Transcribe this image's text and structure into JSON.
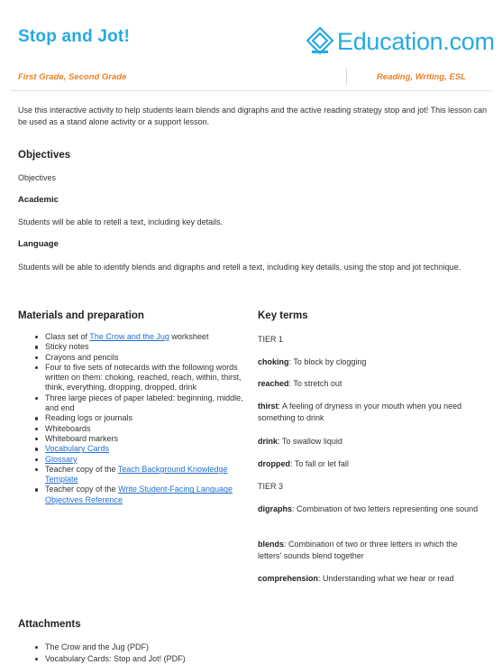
{
  "header": {
    "title": "Stop and Jot!",
    "logo_text": "Education.com",
    "grades": "First Grade, Second Grade",
    "subjects": "Reading, Writing, ESL"
  },
  "intro": "Use this interactive activity to help students learn blends and digraphs and the active reading strategy stop and jot! This lesson can be used as a stand alone activity or a support lesson.",
  "objectives": {
    "heading": "Objectives",
    "label": "Objectives",
    "academic_heading": "Academic",
    "academic_text": "Students will be able to retell a text, including key details.",
    "language_heading": "Language",
    "language_text": "Students will be able to identify blends and digraphs and retell a text, including key details, using the stop and jot technique."
  },
  "materials": {
    "heading": "Materials and preparation",
    "items": [
      {
        "pre": "Class set of ",
        "link": "The Crow and the Jug",
        "post": " worksheet"
      },
      {
        "pre": "Sticky notes",
        "link": "",
        "post": ""
      },
      {
        "pre": "Crayons and pencils",
        "link": "",
        "post": ""
      },
      {
        "pre": "Four to five sets of notecards with the following words written on them: choking, reached, reach, within, thirst, think, everything, dropping, dropped, drink",
        "link": "",
        "post": ""
      },
      {
        "pre": "Three large pieces of paper labeled: beginning, middle, and end",
        "link": "",
        "post": ""
      },
      {
        "pre": "Reading logs or journals",
        "link": "",
        "post": ""
      },
      {
        "pre": "Whiteboards",
        "link": "",
        "post": ""
      },
      {
        "pre": "Whiteboard markers",
        "link": "",
        "post": ""
      },
      {
        "pre": "",
        "link": "Vocabulary Cards",
        "post": ""
      },
      {
        "pre": "",
        "link": "Glossary",
        "post": ""
      },
      {
        "pre": "Teacher copy of the ",
        "link": "Teach Background Knowledge Template",
        "post": ""
      },
      {
        "pre": "Teacher copy of the ",
        "link": "Write Student-Facing Language Objectives Reference",
        "post": ""
      }
    ]
  },
  "key_terms": {
    "heading": "Key terms",
    "tier1": "TIER 1",
    "tier3": "TIER 3",
    "t1": [
      {
        "term": "choking",
        "def": ": To block by clogging"
      },
      {
        "term": "reached",
        "def": ": To stretch out"
      },
      {
        "term": "thirst",
        "def": ": A feeling of dryness in your mouth when you need something to drink"
      },
      {
        "term": "drink",
        "def": ": To swallow liquid"
      },
      {
        "term": "dropped",
        "def": ": To fall or let fall"
      }
    ],
    "t3": [
      {
        "term": "digraphs",
        "def": ": Combination of two letters representing one sound"
      },
      {
        "term": "blends",
        "def": ": Combination of two or three letters in which the letters' sounds blend together"
      },
      {
        "term": "comprehension",
        "def": ": Understanding what we hear or read"
      }
    ]
  },
  "attachments": {
    "heading": "Attachments",
    "items": [
      "The Crow and the Jug (PDF)",
      "Vocabulary Cards: Stop and Jot! (PDF)"
    ]
  },
  "colors": {
    "brand_blue": "#27a9e1",
    "meta_orange": "#e8822a",
    "link_blue": "#1f6fd1"
  }
}
